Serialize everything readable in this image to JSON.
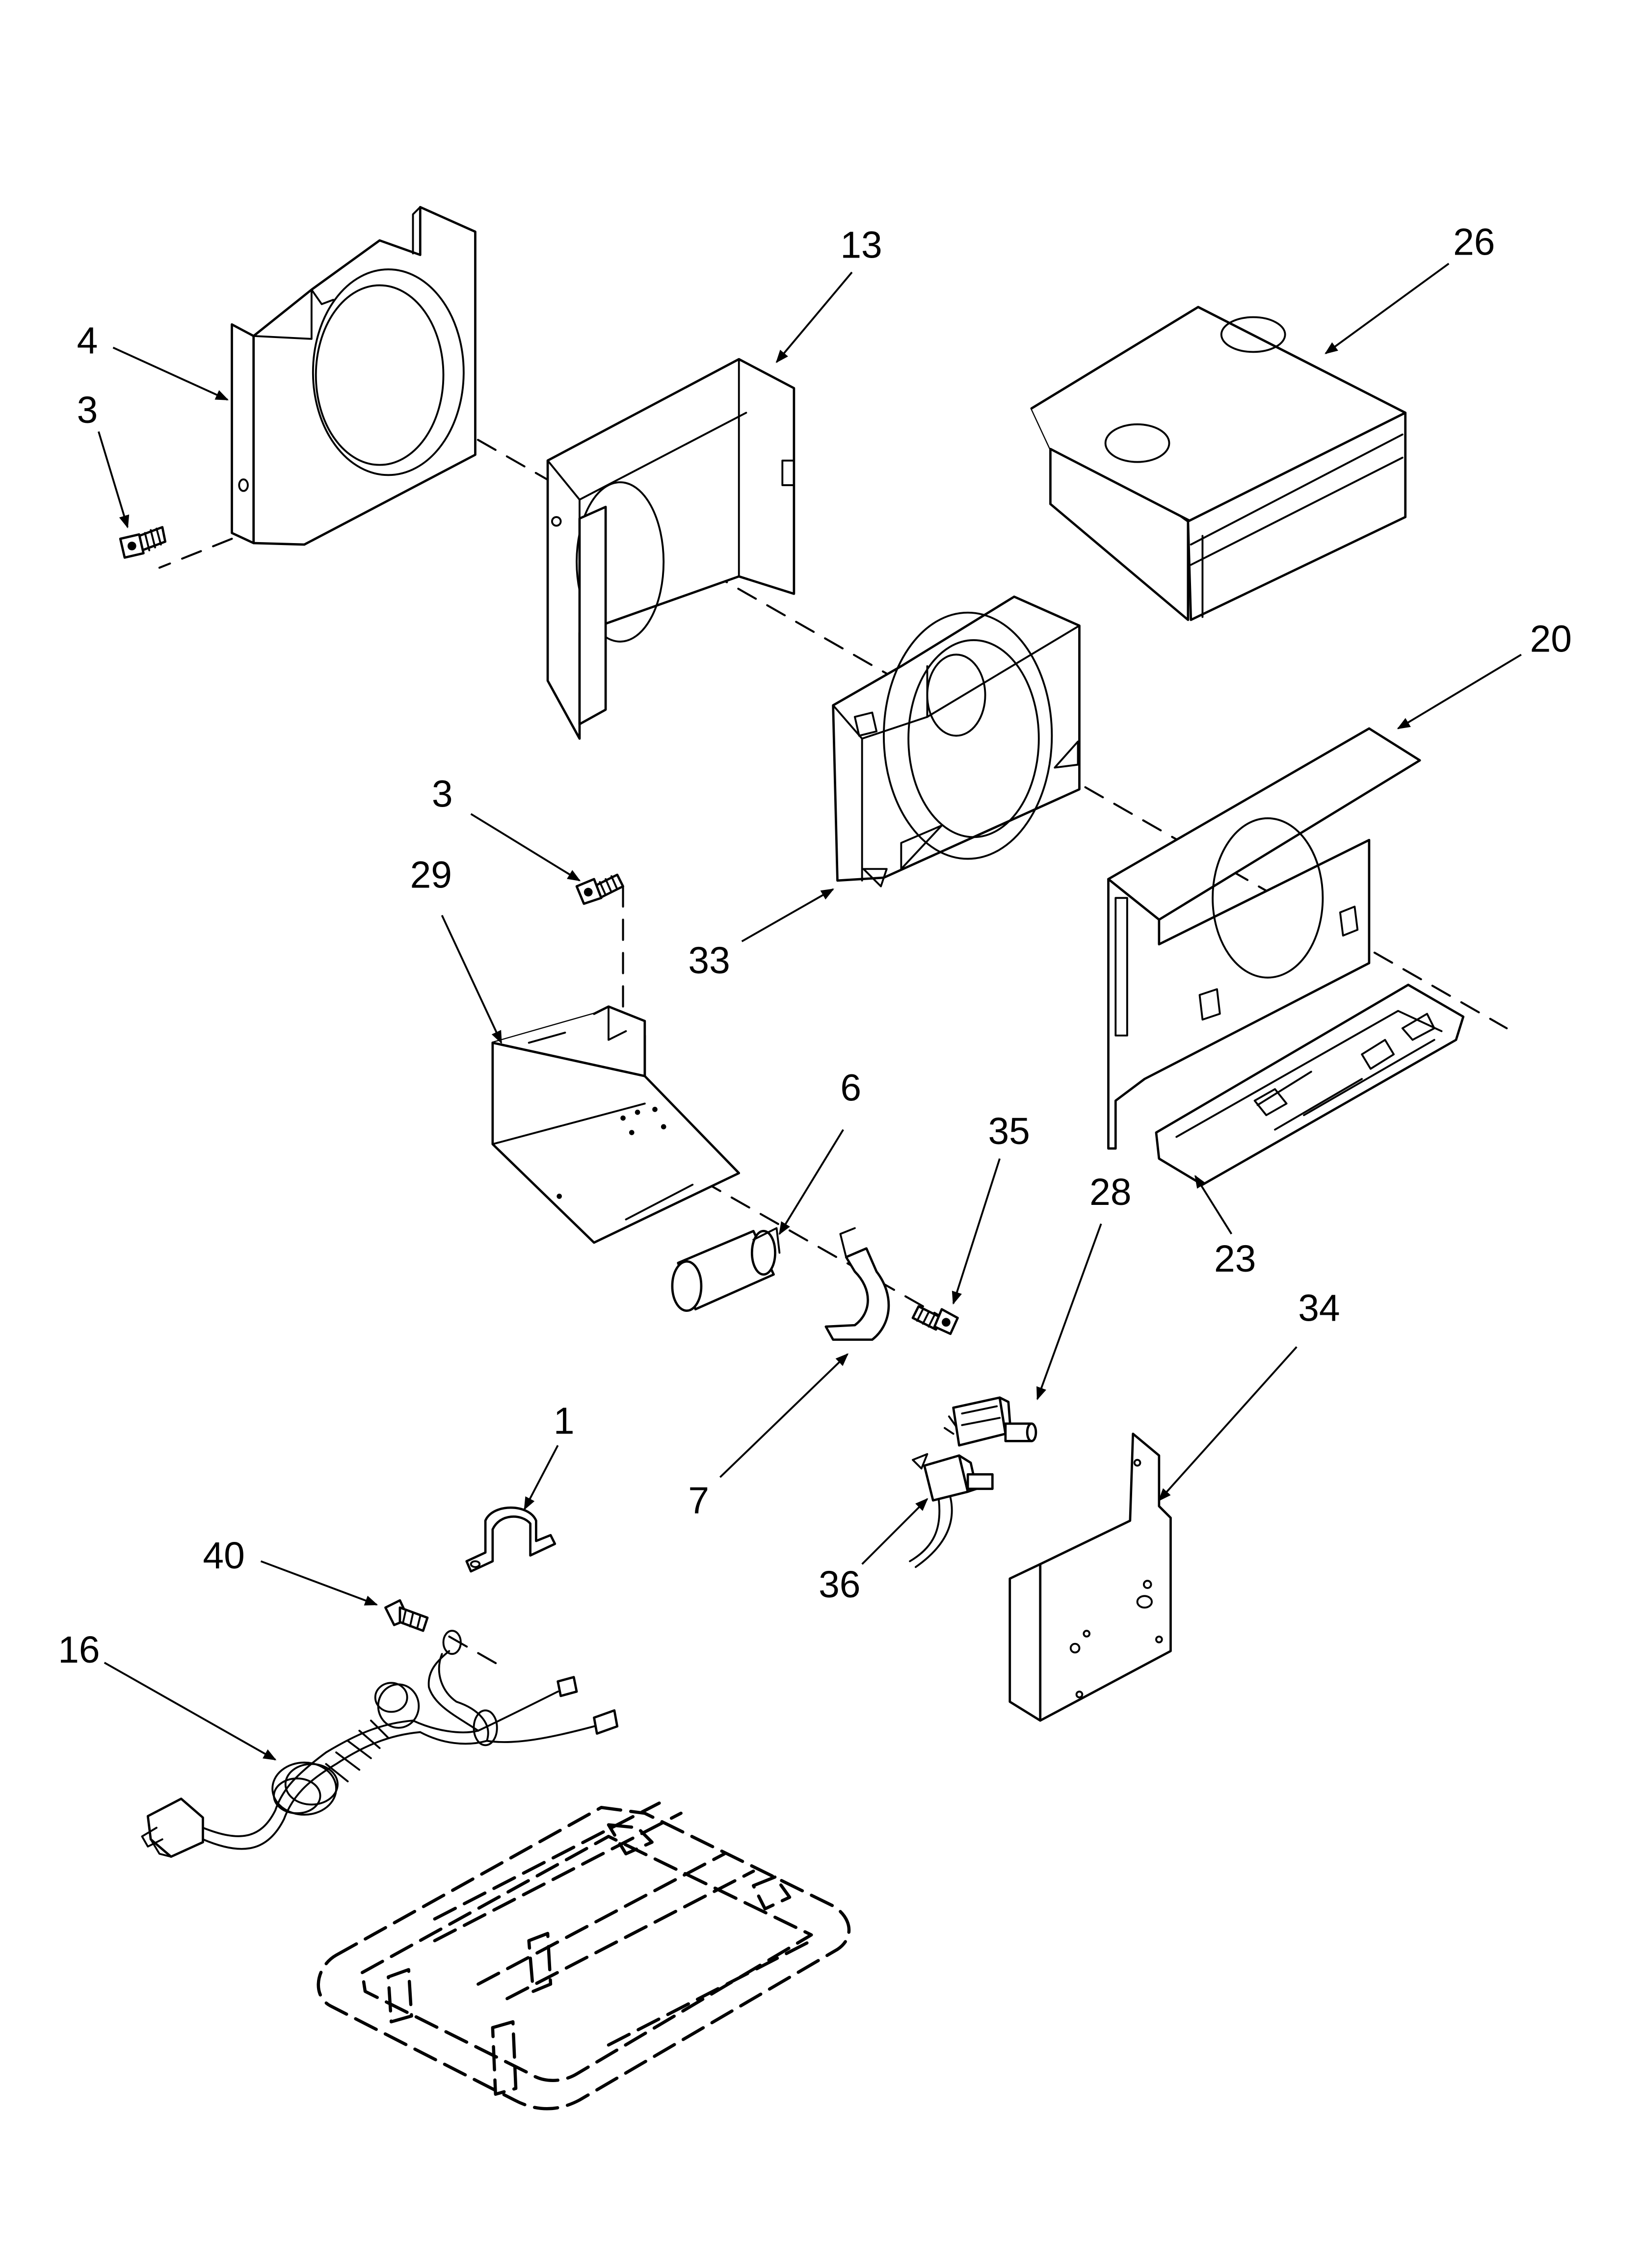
{
  "diagram": {
    "colors": {
      "ink": "#000000",
      "paper": "#ffffff"
    },
    "callouts": {
      "part_3_upper": "3",
      "part_4": "4",
      "part_13": "13",
      "part_26": "26",
      "part_20": "20",
      "part_3_lower": "3",
      "part_29": "29",
      "part_33": "33",
      "part_6": "6",
      "part_35": "35",
      "part_28": "28",
      "part_23": "23",
      "part_34": "34",
      "part_1": "1",
      "part_7": "7",
      "part_36": "36",
      "part_40": "40",
      "part_16": "16"
    }
  }
}
